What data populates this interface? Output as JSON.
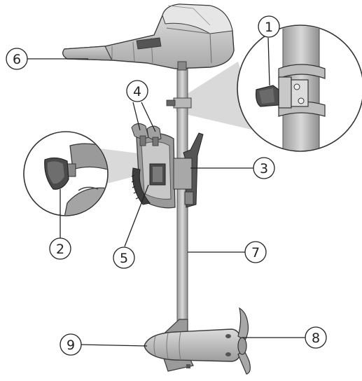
{
  "colors": {
    "outline": "#3a3a3a",
    "body_light": "#d6d6d6",
    "body_mid": "#b4b4b4",
    "body_dark": "#8a8a8a",
    "detail_dark": "#4a4a4a",
    "zoom_beam": "#cfcfcf",
    "leader": "#222222"
  },
  "callouts": [
    {
      "id": "c1",
      "number": "1"
    },
    {
      "id": "c2",
      "number": "2"
    },
    {
      "id": "c3",
      "number": "3"
    },
    {
      "id": "c4",
      "number": "4"
    },
    {
      "id": "c5",
      "number": "5"
    },
    {
      "id": "c6",
      "number": "6"
    },
    {
      "id": "c7",
      "number": "7"
    },
    {
      "id": "c8",
      "number": "8"
    },
    {
      "id": "c9",
      "number": "9"
    }
  ]
}
